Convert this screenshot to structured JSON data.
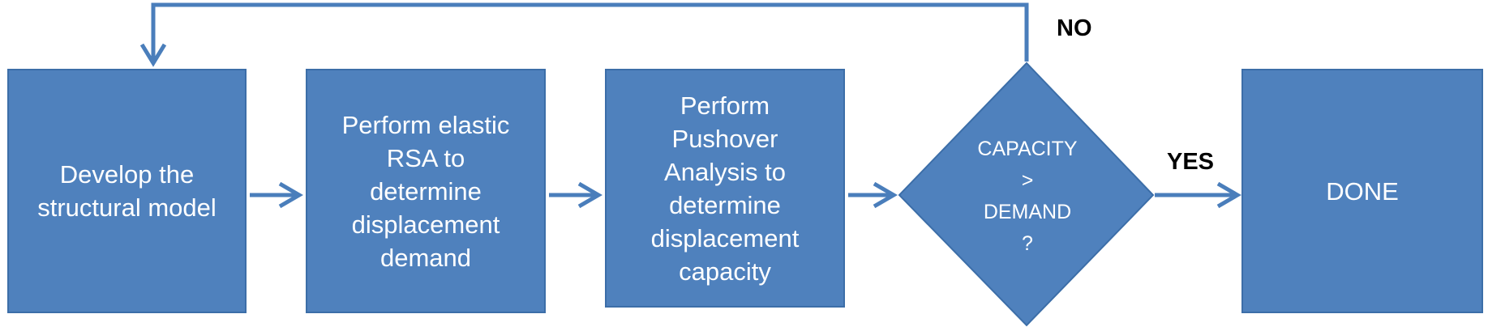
{
  "colors": {
    "box_fill": "#4f81bd",
    "box_border": "#3c6ea8",
    "arrow": "#4a7ebb",
    "box_text": "#ffffff",
    "label_text": "#000000"
  },
  "steps": {
    "develop": "Develop the\nstructural model",
    "rsa": "Perform elastic\nRSA to\ndetermine\ndisplacement\ndemand",
    "pushover": "Perform\nPushover\nAnalysis to\ndetermine\ndisplacement\ncapacity",
    "done": "DONE"
  },
  "decision": {
    "text": "CAPACITY\n>\nDEMAND\n?"
  },
  "branches": {
    "no": "NO",
    "yes": "YES"
  },
  "icons": {
    "flow_arrow": "arrow-right-icon",
    "loop_arrow": "arrow-down-icon"
  }
}
